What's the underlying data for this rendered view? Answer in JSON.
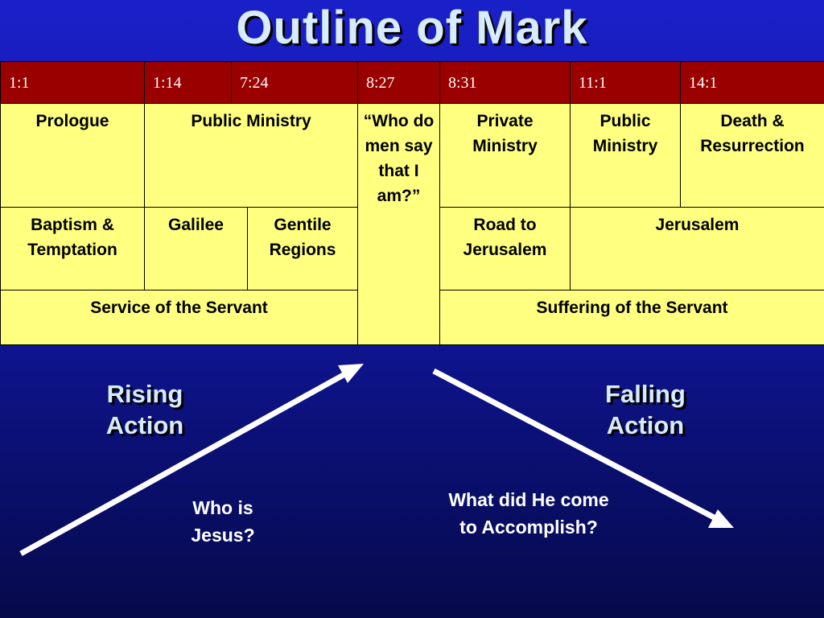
{
  "title": "Outline of Mark",
  "refs": [
    "1:1",
    "1:14",
    "7:24",
    "8:27",
    "8:31",
    "11:1",
    "14:1"
  ],
  "row1": {
    "prologue": "Prologue",
    "public_ministry": "Public Ministry",
    "question": "“Who do men say that I am?”",
    "private_ministry": "Private Ministry",
    "public_ministry_2": "Public Ministry",
    "death_resurrection": "Death & Resurrection"
  },
  "row2": {
    "baptism": "Baptism & Temptation",
    "galilee": "Galilee",
    "gentile": "Gentile Regions",
    "road": "Road to Jerusalem",
    "jerusalem": "Jerusalem"
  },
  "row3": {
    "service": "Service of the Servant",
    "suffering": "Suffering of the Servant"
  },
  "rising_action": "Rising Action",
  "falling_action": "Falling Action",
  "rising_question": "Who is Jesus?",
  "falling_question": "What did He come to Accomplish?",
  "colors": {
    "header_red": "#9b0000",
    "cell_yellow": "#ffff80",
    "background_blue": "#1218a8",
    "title_text": "#d8ecff"
  }
}
